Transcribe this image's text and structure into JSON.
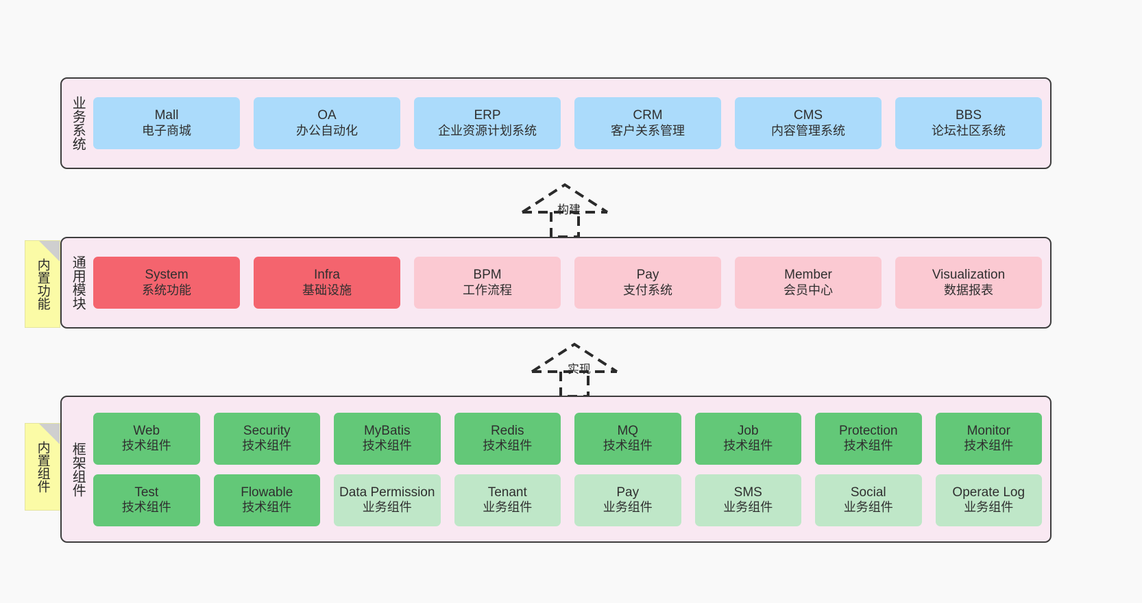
{
  "colors": {
    "canvas_bg": "#f9f9f9",
    "panel_bg": "#f9e8f2",
    "panel_border": "#3d3d3d",
    "business_card": "#abdbfb",
    "module_active": "#f4646e",
    "module_plain": "#fbc9d2",
    "tech_component": "#63c878",
    "biz_component": "#bfe7c8",
    "note_bg": "#fbfba6",
    "note_fold": "#cfcfcf"
  },
  "layers": {
    "business": {
      "title": "业务系统",
      "cards": [
        {
          "name": "Mall",
          "desc": "电子商城"
        },
        {
          "name": "OA",
          "desc": "办公自动化"
        },
        {
          "name": "ERP",
          "desc": "企业资源计划系统"
        },
        {
          "name": "CRM",
          "desc": "客户关系管理"
        },
        {
          "name": "CMS",
          "desc": "内容管理系统"
        },
        {
          "name": "BBS",
          "desc": "论坛社区系统"
        }
      ]
    },
    "modules": {
      "title": "通用模块",
      "note": "内置功能",
      "cards": [
        {
          "name": "System",
          "desc": "系统功能",
          "variant": "c-red"
        },
        {
          "name": "Infra",
          "desc": "基础设施",
          "variant": "c-red"
        },
        {
          "name": "BPM",
          "desc": "工作流程",
          "variant": "c-pink"
        },
        {
          "name": "Pay",
          "desc": "支付系统",
          "variant": "c-pink"
        },
        {
          "name": "Member",
          "desc": "会员中心",
          "variant": "c-pink"
        },
        {
          "name": "Visualization",
          "desc": "数据报表",
          "variant": "c-pink"
        }
      ]
    },
    "framework": {
      "title": "框架组件",
      "note": "内置组件",
      "row1": [
        {
          "name": "Web",
          "desc": "技术组件",
          "variant": "c-green"
        },
        {
          "name": "Security",
          "desc": "技术组件",
          "variant": "c-green"
        },
        {
          "name": "MyBatis",
          "desc": "技术组件",
          "variant": "c-green"
        },
        {
          "name": "Redis",
          "desc": "技术组件",
          "variant": "c-green"
        },
        {
          "name": "MQ",
          "desc": "技术组件",
          "variant": "c-green"
        },
        {
          "name": "Job",
          "desc": "技术组件",
          "variant": "c-green"
        },
        {
          "name": "Protection",
          "desc": "技术组件",
          "variant": "c-green"
        },
        {
          "name": "Monitor",
          "desc": "技术组件",
          "variant": "c-green"
        }
      ],
      "row2": [
        {
          "name": "Test",
          "desc": "技术组件",
          "variant": "c-green"
        },
        {
          "name": "Flowable",
          "desc": "技术组件",
          "variant": "c-green"
        },
        {
          "name": "Data Permission",
          "desc": "业务组件",
          "variant": "c-greenlite"
        },
        {
          "name": "Tenant",
          "desc": "业务组件",
          "variant": "c-greenlite"
        },
        {
          "name": "Pay",
          "desc": "业务组件",
          "variant": "c-greenlite"
        },
        {
          "name": "SMS",
          "desc": "业务组件",
          "variant": "c-greenlite"
        },
        {
          "name": "Social",
          "desc": "业务组件",
          "variant": "c-greenlite"
        },
        {
          "name": "Operate Log",
          "desc": "业务组件",
          "variant": "c-greenlite"
        }
      ]
    }
  },
  "arrows": [
    {
      "label": "构建",
      "from": "通用模块",
      "to": "业务系统"
    },
    {
      "label": "实现",
      "from": "框架组件",
      "to": "通用模块"
    }
  ]
}
